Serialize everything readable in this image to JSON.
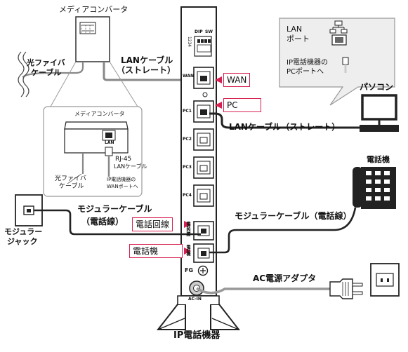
{
  "device": {
    "title": "IP電話機器",
    "dip_label": "DIP",
    "sw_label": "SW",
    "dip_numbers": "1 2 3 4",
    "ports": {
      "wan": "WAN",
      "pc1": "PC1",
      "pc2": "PC2",
      "pc3": "PC3",
      "pc4": "PC4",
      "phone_line": "電話回線",
      "phone_set": "電話機",
      "fg": "FG",
      "ac_in": "AC-IN"
    }
  },
  "media_converter": {
    "title": "メディアコンバータ",
    "fiber_label_line1": "光ファイバ",
    "fiber_label_line2": "ケーブル",
    "lan_cable_line1": "LANケーブル",
    "lan_cable_line2": "（ストレート）"
  },
  "inset": {
    "title": "メディアコンバータ",
    "lan_port": "LAN",
    "rj45": "RJ-45",
    "lan_cable": "LANケーブル",
    "fiber_line1": "光ファイバ",
    "fiber_line2": "ケーブル",
    "wan_note_line1": "IP電話機器の",
    "wan_note_line2": "WANポートへ"
  },
  "tags": {
    "wan": "WAN",
    "pc": "PC",
    "phone_line": "電話回線",
    "phone_set": "電話機"
  },
  "pc_side": {
    "callout_lan_line1": "LAN",
    "callout_lan_line2": "ポート",
    "callout_note_line1": "IP電話機器の",
    "callout_note_line2": "PCポートへ",
    "pc_label": "パソコン",
    "pc_cable": "LANケーブル（ストレート）"
  },
  "phone_side": {
    "phone_label": "電話機",
    "modular_cable_line1": "モジュラーケーブル",
    "modular_cable_line2": "（電話線）",
    "modular_cable_right": "モジュラーケーブル（電話線）",
    "jack_line1": "モジュラー",
    "jack_line2": "ジャック"
  },
  "power": {
    "adapter_label": "AC電源アダプタ"
  }
}
